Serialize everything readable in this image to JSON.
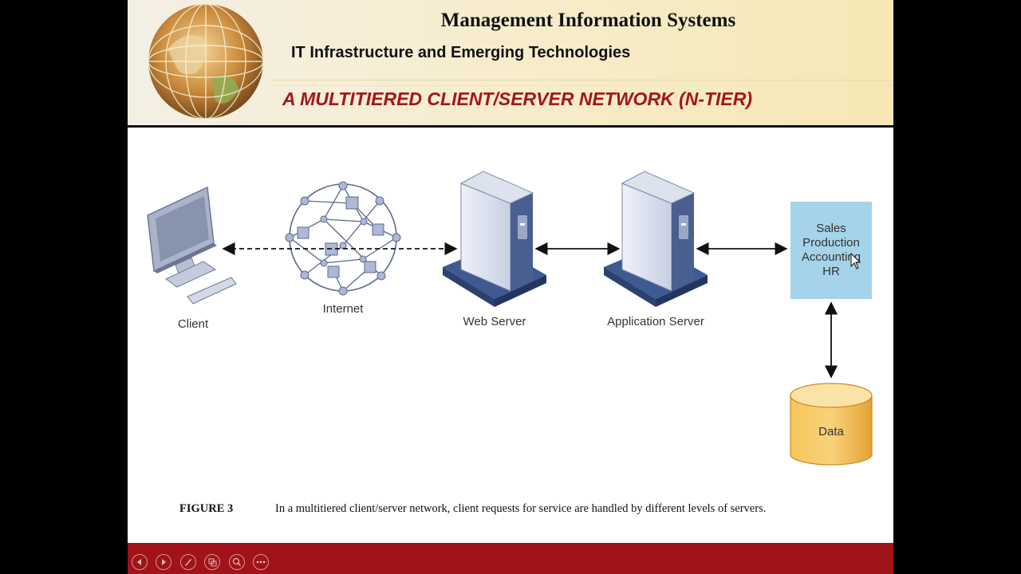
{
  "header": {
    "title": "Management Information Systems",
    "subtitle": "IT Infrastructure and Emerging Technologies",
    "slide_title": "A MULTITIERED CLIENT/SERVER NETWORK (N-TIER)"
  },
  "diagram": {
    "nodes": {
      "client": "Client",
      "internet": "Internet",
      "web_server": "Web Server",
      "app_server": "Application Server",
      "data": "Data"
    },
    "functions": [
      "Sales",
      "Production",
      "Accounting",
      "HR"
    ]
  },
  "caption": {
    "label": "FIGURE 3",
    "text": "In a multitiered client/server network, client requests for service are handled by different levels of servers."
  },
  "controls": [
    "previous-icon",
    "next-icon",
    "pen-icon",
    "slides-icon",
    "zoom-icon",
    "more-icon"
  ],
  "colors": {
    "accent": "#a3161b",
    "footer": "#a11318",
    "functions_box": "#a5d3ea",
    "data": "#f2b43c"
  }
}
